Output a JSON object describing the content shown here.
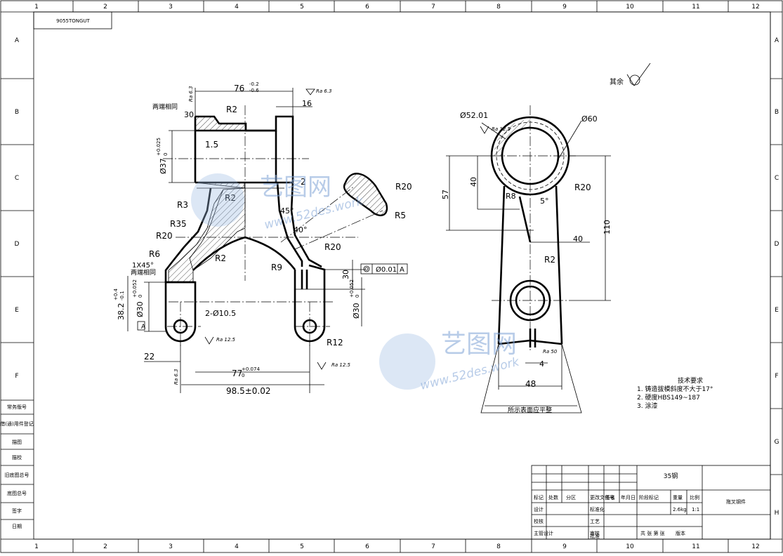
{
  "drawing_code": "9055TONGUT",
  "grid": {
    "columns": [
      "1",
      "2",
      "3",
      "4",
      "5",
      "6",
      "7",
      "8",
      "9",
      "10",
      "11",
      "12"
    ],
    "rows": [
      "A",
      "B",
      "C",
      "D",
      "E",
      "F",
      "G",
      "H"
    ]
  },
  "left_strip": [
    "常务版号",
    "借(通)用件登记",
    "描图",
    "描校",
    "旧底图总号",
    "底图总号",
    "签字",
    "日期"
  ],
  "surface_note": "其余",
  "watermark": {
    "brand": "艺图网",
    "url": "www.52des.work"
  },
  "front_view": {
    "dims": {
      "top_width": "76",
      "top_tol_upper": "-0.2",
      "top_tol_lower": "-0.6",
      "ra_top_left": "Ra 6.3",
      "ra_top_right": "Ra 6.3",
      "right_16": "16",
      "both_ends_same_top": "两端相同",
      "chamfer_30": "30",
      "r2_top": "R2",
      "bore37": "Ø37",
      "bore37_tol_upper": "+0.025",
      "bore37_tol_lower": "0",
      "d15": "1.5",
      "r2_mid": "R2",
      "r3": "R3",
      "r35": "R35",
      "r20_left": "R20",
      "r6": "R6",
      "chamfer": "1X45°",
      "both_ends_same_bottom": "两端相同",
      "a45": "45°",
      "a40": "40°",
      "r2_lower": "R2",
      "r9": "R9",
      "r20_right": "R20",
      "d30_right": "30",
      "concentric": "Ø0.01",
      "datum": "A",
      "d382": "38.2",
      "d382_upper": "+0.4",
      "d382_lower": "-0.1",
      "bore30_left": "Ø30",
      "bore30_upper": "+0.052",
      "bore30_lower": "0",
      "bore30_right": "Ø30",
      "holes": "2-Ø10.5",
      "ra_hole": "Ra 12.5",
      "r12": "R12",
      "ra_right": "Ra 12.5",
      "d22": "22",
      "d77": "77",
      "d77_upper": "+0.074",
      "d77_lower": "0",
      "d985": "98.5±0.02",
      "ra_left_bottom": "Ra 6.3",
      "r20_section": "R20",
      "r5_section": "R5",
      "two": "2"
    }
  },
  "side_view": {
    "dims": {
      "d5201": "Ø52.01",
      "ra_top": "Ra 12.5",
      "d60": "Ø60",
      "d57": "57",
      "d40v": "40",
      "r8": "R8",
      "a5": "5°",
      "r20": "R20",
      "d110": "110",
      "d40h": "40",
      "r2": "R2",
      "ra_bottom": "Ra 50",
      "d4": "4",
      "d48": "48",
      "note": "所示表面应平整"
    }
  },
  "tech_requirements": {
    "title": "技术要求",
    "items": [
      "1. 铸造拔模斜度不大于17°",
      "2. 硬度HBS149~187",
      "3. 涂漆"
    ]
  },
  "title_block": {
    "material": "35钢",
    "part_name": "拖叉钢件",
    "headers": [
      "标记",
      "处数",
      "分区",
      "更改文件号",
      "签名",
      "年月日"
    ],
    "stage_label": "阶段标记",
    "weight_label": "重量",
    "scale_label": "比例",
    "weight": "2.6kg",
    "scale": "1:1",
    "designer": "设计",
    "standardization": "标准化",
    "checker": "校核",
    "process": "工艺",
    "chief": "主管设计",
    "reviewer": "审核",
    "approver": "批准",
    "sheets": "共 张 第 张",
    "version": "版本"
  }
}
